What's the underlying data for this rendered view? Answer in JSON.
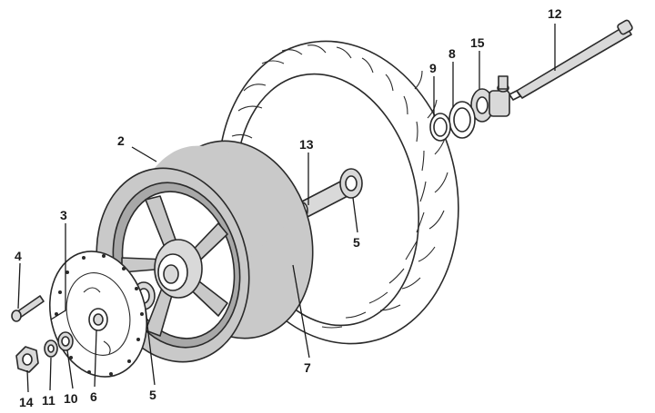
{
  "diagram": {
    "callouts": [
      {
        "id": "c1",
        "text": "12"
      },
      {
        "id": "c2",
        "text": "8"
      },
      {
        "id": "c3",
        "text": "15"
      },
      {
        "id": "c4",
        "text": "9"
      },
      {
        "id": "c5",
        "text": "2"
      },
      {
        "id": "c6",
        "text": "13"
      },
      {
        "id": "c7",
        "text": "5"
      },
      {
        "id": "c8",
        "text": "3"
      },
      {
        "id": "c9",
        "text": "4"
      },
      {
        "id": "c10",
        "text": "7"
      },
      {
        "id": "c11",
        "text": "5"
      },
      {
        "id": "c12",
        "text": "6"
      },
      {
        "id": "c13",
        "text": "10"
      },
      {
        "id": "c14",
        "text": "11"
      },
      {
        "id": "c15",
        "text": "14"
      }
    ]
  }
}
